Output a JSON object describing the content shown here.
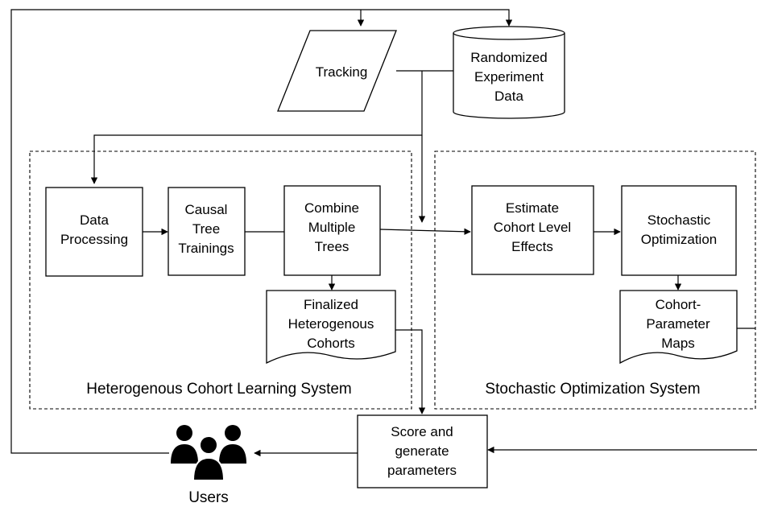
{
  "diagram": {
    "nodes": {
      "tracking": {
        "lines": [
          "Tracking"
        ]
      },
      "experiment_data": {
        "lines": [
          "Randomized",
          "Experiment",
          "Data"
        ]
      },
      "data_processing": {
        "lines": [
          "Data",
          "Processing"
        ]
      },
      "causal_tree": {
        "lines": [
          "Causal",
          "Tree",
          "Trainings"
        ]
      },
      "combine_trees": {
        "lines": [
          "Combine",
          "Multiple",
          "Trees"
        ]
      },
      "finalized_cohorts": {
        "lines": [
          "Finalized",
          "Heterogenous",
          "Cohorts"
        ]
      },
      "estimate_effects": {
        "lines": [
          "Estimate",
          "Cohort Level",
          "Effects"
        ]
      },
      "stochastic_opt": {
        "lines": [
          "Stochastic",
          "Optimization"
        ]
      },
      "cohort_maps": {
        "lines": [
          "Cohort-",
          "Parameter",
          "Maps"
        ]
      },
      "score_params": {
        "lines": [
          "Score and",
          "generate",
          "parameters"
        ]
      },
      "users": {
        "label": "Users",
        "icon": "users-icon"
      }
    },
    "groups": {
      "cohort_learning": "Heterogenous Cohort Learning System",
      "optimization": "Stochastic Optimization System"
    },
    "colors": {
      "stroke": "#000000",
      "background": "#ffffff"
    }
  }
}
